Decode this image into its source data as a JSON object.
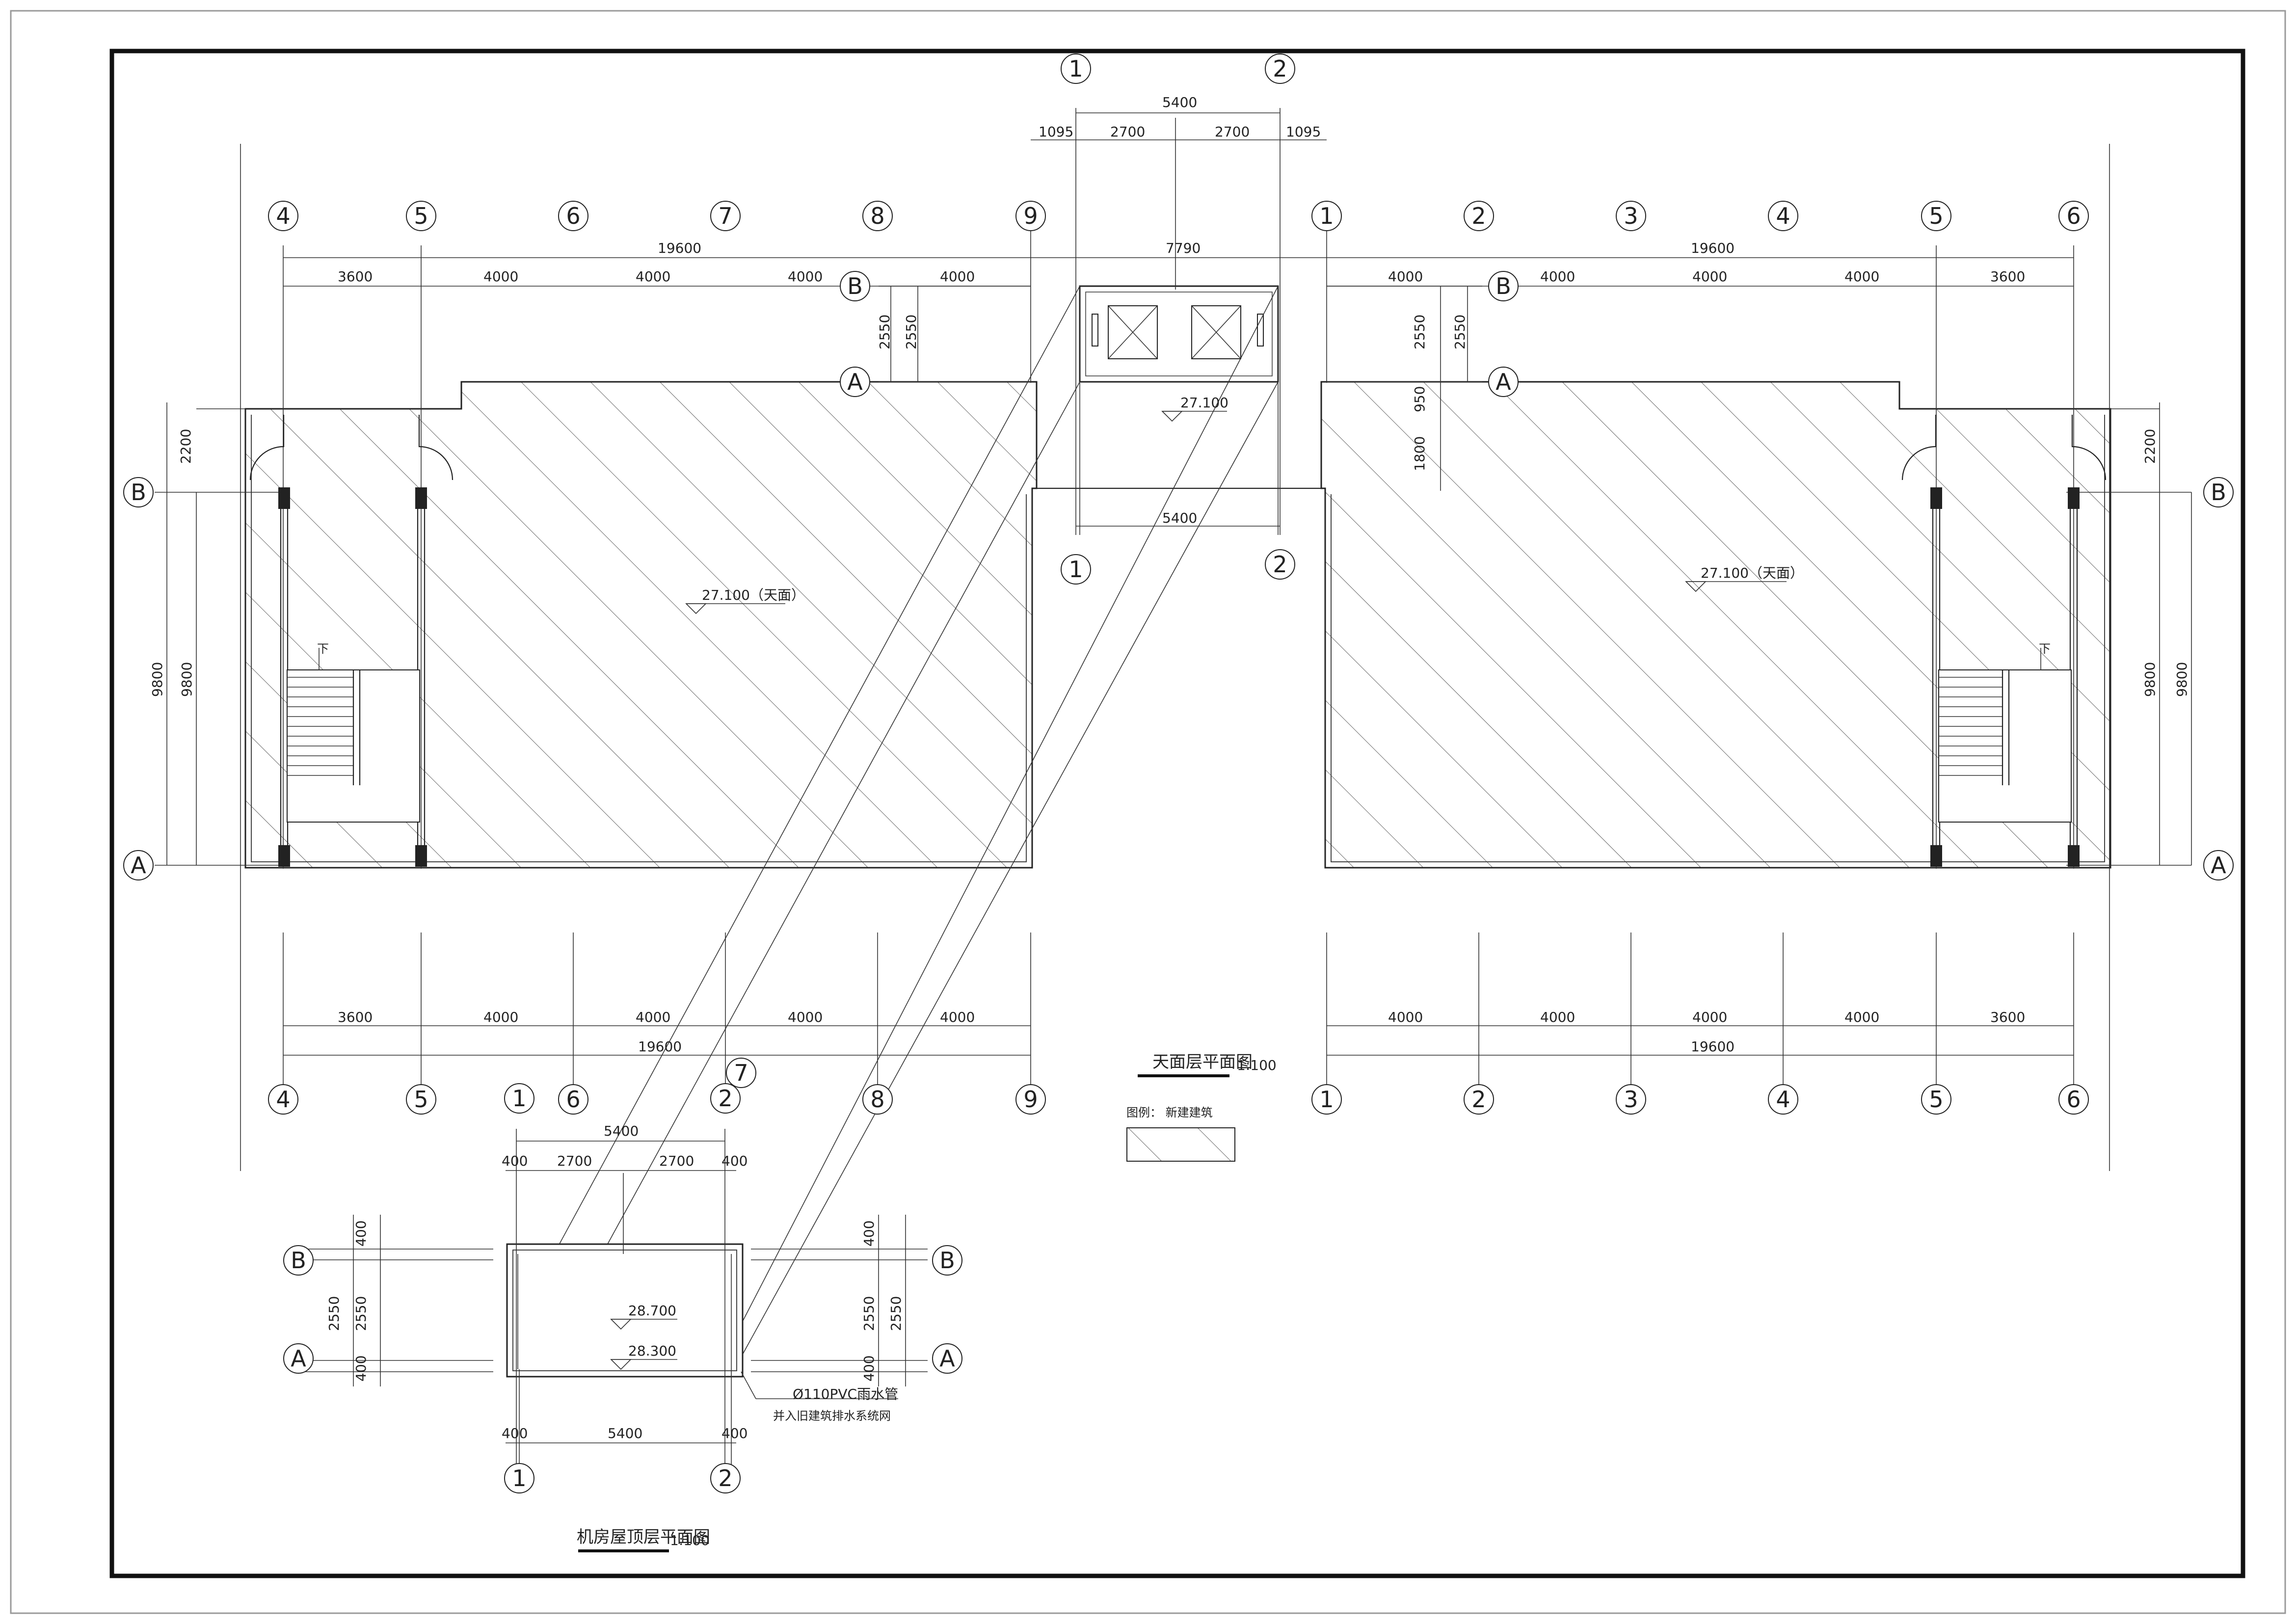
{
  "titles": {
    "roof_plan": "天面层平面图",
    "roof_plan_scale": "1:100",
    "machine_roof_plan": "机房屋顶层平面图",
    "machine_roof_plan_scale": "1:100"
  },
  "legend": {
    "label": "图例： 新建建筑"
  },
  "elevations": {
    "roof_left": "27.100（天面）",
    "roof_right": "27.100（天面）",
    "core": "27.100",
    "machine_top": "28.700",
    "machine_floor": "28.300"
  },
  "notes": {
    "pipe": "Ø110PVC雨水管",
    "pipe_sub": "并入旧建筑排水系统网"
  },
  "stair_marks": {
    "down_left": "下",
    "down_right": "下"
  },
  "grid": {
    "left_top": [
      "4",
      "5",
      "6",
      "7",
      "8",
      "9"
    ],
    "left_bottom": [
      "4",
      "5",
      "6",
      "7",
      "8",
      "9"
    ],
    "right_top": [
      "1",
      "2",
      "3",
      "4",
      "5",
      "6"
    ],
    "right_bottom": [
      "1",
      "2",
      "3",
      "4",
      "5",
      "6"
    ],
    "core_top": [
      "1",
      "2"
    ],
    "core_mid": [
      "1",
      "2"
    ],
    "machine_top": [
      "1",
      "2"
    ],
    "machine_bottom": [
      "1",
      "2"
    ],
    "machine_stray": "7",
    "row_b": "B",
    "row_a": "A"
  },
  "dimensions": {
    "left_total": "19600",
    "left_bays": [
      "3600",
      "4000",
      "4000",
      "4000",
      "4000"
    ],
    "right_total": "19600",
    "right_bays": [
      "4000",
      "4000",
      "4000",
      "4000",
      "3600"
    ],
    "middle_span": "7790",
    "core_span": "5400",
    "core_sub": [
      "1095",
      "2700",
      "2700",
      "1095"
    ],
    "core_mid_span": "5400",
    "core_depth": "2550",
    "core_offset_950": "950",
    "core_offset_1800": "1800",
    "side_2200": "2200",
    "side_9800": "9800",
    "machine_top_span": "5400",
    "machine_top_sub": [
      "400",
      "2700",
      "2700",
      "400"
    ],
    "machine_bottom": [
      "400",
      "5400",
      "400"
    ],
    "machine_left_v": [
      "400",
      "2550",
      "2550",
      "400"
    ],
    "machine_right_v": [
      "400",
      "2550",
      "2550",
      "400"
    ]
  }
}
